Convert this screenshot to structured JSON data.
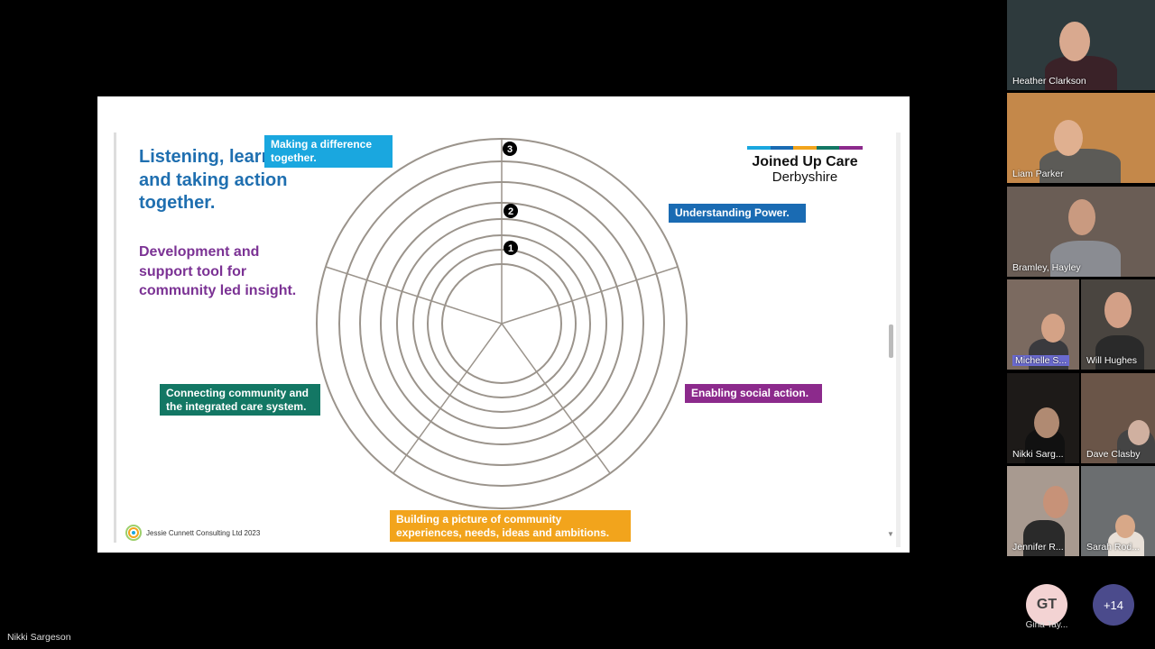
{
  "slide": {
    "title": "Listening, learning and taking action together.",
    "subtitle": "Development and support tool for community led insight.",
    "labels": {
      "making": "Making a difference together.",
      "power": "Understanding Power.",
      "social": "Enabling social action.",
      "connecting": "Connecting community and the integrated care system.",
      "building": "Building a picture of community experiences, needs, ideas and ambitions."
    },
    "markers": [
      "1",
      "2",
      "3"
    ],
    "brand": {
      "line1": "Joined Up Care",
      "line2": "Derbyshire",
      "stripe_colors": [
        "#1aa7df",
        "#1a6bb3",
        "#f2a41c",
        "#137764",
        "#8c2a8c"
      ]
    },
    "footer": "Jessie Cunnett Consulting Ltd 2023"
  },
  "participants": [
    {
      "name": "Heather Clarkson"
    },
    {
      "name": "Liam Parker"
    },
    {
      "name": "Bramley, Hayley"
    },
    {
      "name": "Michelle S..."
    },
    {
      "name": "Will Hughes"
    },
    {
      "name": "Nikki Sarg..."
    },
    {
      "name": "Dave Clasby"
    },
    {
      "name": "Jennifer R..."
    },
    {
      "name": "Sarah Rod..."
    }
  ],
  "extra": {
    "avatar_initials": "GT",
    "avatar_name": "Gina Tay...",
    "more_count": "+14"
  },
  "presenter_name": "Nikki Sargeson"
}
